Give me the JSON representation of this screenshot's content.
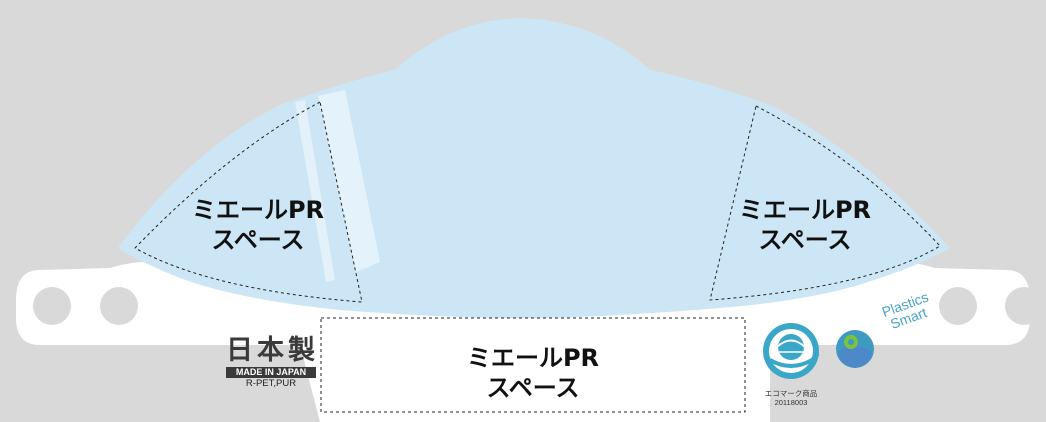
{
  "pr_spaces": {
    "left": {
      "line1": "ミエールPR",
      "line2": "スペース"
    },
    "right": {
      "line1": "ミエールPR",
      "line2": "スペース"
    },
    "center": {
      "line1": "ミエールPR",
      "line2": "スペース"
    }
  },
  "made_in_japan": {
    "kanji": "日本製",
    "banner": "MADE IN JAPAN",
    "materials": "R-PET,PUR"
  },
  "eco_mark": {
    "caption_line1": "エコマーク商品",
    "caption_line2": "20118003"
  },
  "plastics_smart": {
    "line1": "Plastics",
    "line2": "Smart"
  },
  "colors": {
    "background": "#d9d9d9",
    "shield_fill": "#cde6f5",
    "strap": "#ffffff",
    "eco_accent": "#3aa7c9",
    "plastics_smart_accent": "#4aa3c7"
  }
}
